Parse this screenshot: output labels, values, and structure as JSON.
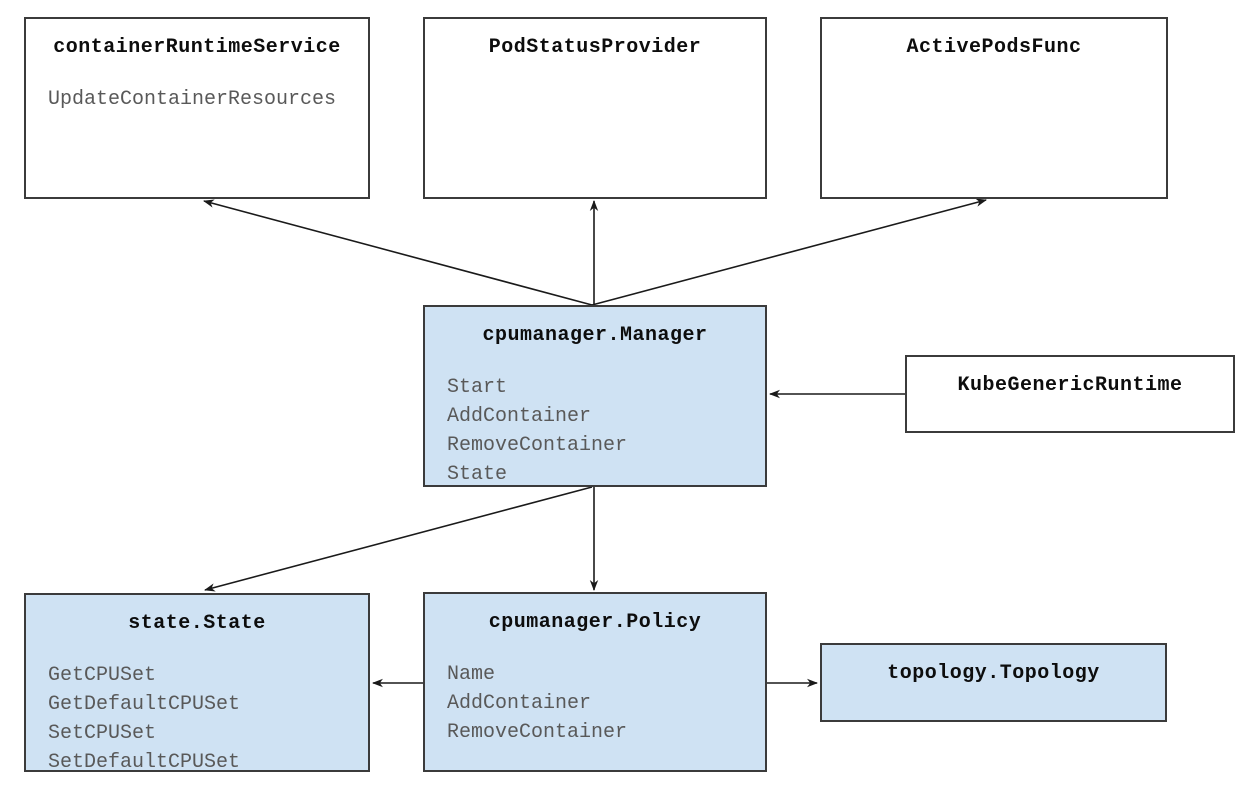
{
  "colors": {
    "box_fill_white": "#ffffff",
    "box_fill_blue": "#cfe2f3",
    "box_border": "#3b3b3b",
    "title_text": "#0d0d0d",
    "method_text": "#595959",
    "arrow": "#1a1a1a"
  },
  "nodes": [
    {
      "id": "containerRuntimeService",
      "title": "containerRuntimeService",
      "methods": [
        "UpdateContainerResources"
      ],
      "fill": "white"
    },
    {
      "id": "PodStatusProvider",
      "title": "PodStatusProvider",
      "methods": [],
      "fill": "white"
    },
    {
      "id": "ActivePodsFunc",
      "title": "ActivePodsFunc",
      "methods": [],
      "fill": "white"
    },
    {
      "id": "cpumanager.Manager",
      "title": "cpumanager.Manager",
      "methods": [
        "Start",
        "AddContainer",
        "RemoveContainer",
        "State"
      ],
      "fill": "blue"
    },
    {
      "id": "KubeGenericRuntime",
      "title": "KubeGenericRuntime",
      "methods": [],
      "fill": "white"
    },
    {
      "id": "state.State",
      "title": "state.State",
      "methods": [
        "GetCPUSet",
        "GetDefaultCPUSet",
        "SetCPUSet",
        "SetDefaultCPUSet"
      ],
      "fill": "blue"
    },
    {
      "id": "cpumanager.Policy",
      "title": "cpumanager.Policy",
      "methods": [
        "Name",
        "AddContainer",
        "RemoveContainer"
      ],
      "fill": "blue"
    },
    {
      "id": "topology.Topology",
      "title": "topology.Topology",
      "methods": [],
      "fill": "blue"
    }
  ],
  "edges": [
    {
      "from": "cpumanager.Manager",
      "to": "containerRuntimeService"
    },
    {
      "from": "cpumanager.Manager",
      "to": "PodStatusProvider"
    },
    {
      "from": "cpumanager.Manager",
      "to": "ActivePodsFunc"
    },
    {
      "from": "KubeGenericRuntime",
      "to": "cpumanager.Manager"
    },
    {
      "from": "cpumanager.Manager",
      "to": "state.State"
    },
    {
      "from": "cpumanager.Manager",
      "to": "cpumanager.Policy"
    },
    {
      "from": "cpumanager.Policy",
      "to": "state.State"
    },
    {
      "from": "cpumanager.Policy",
      "to": "topology.Topology"
    }
  ]
}
